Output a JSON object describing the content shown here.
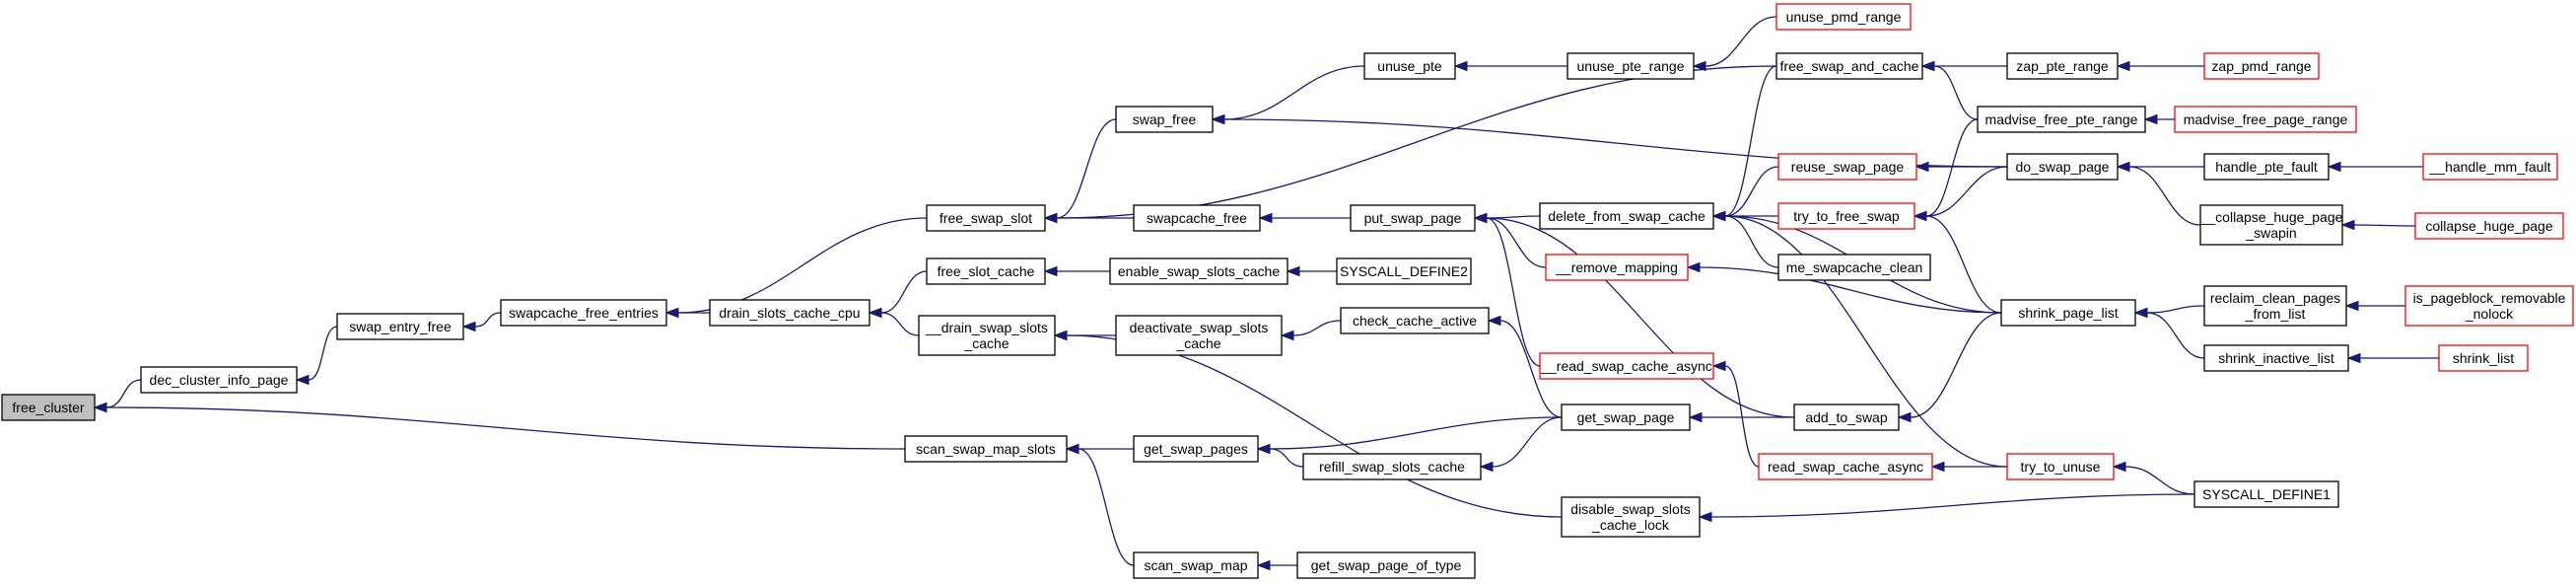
{
  "graph": {
    "nodes": [
      {
        "id": "free_cluster",
        "lines": [
          "free_cluster"
        ],
        "highlight": true
      },
      {
        "id": "dec_cluster_info_page",
        "lines": [
          "dec_cluster_info_page"
        ]
      },
      {
        "id": "scan_swap_map_slots",
        "lines": [
          "scan_swap_map_slots"
        ]
      },
      {
        "id": "swap_entry_free",
        "lines": [
          "swap_entry_free"
        ]
      },
      {
        "id": "swapcache_free_entries",
        "lines": [
          "swapcache_free_entries"
        ]
      },
      {
        "id": "drain_slots_cache_cpu",
        "lines": [
          "drain_slots_cache_cpu"
        ]
      },
      {
        "id": "free_swap_slot",
        "lines": [
          "free_swap_slot"
        ]
      },
      {
        "id": "free_slot_cache",
        "lines": [
          "free_slot_cache"
        ]
      },
      {
        "id": "__drain_swap_slots_cache",
        "lines": [
          "__drain_swap_slots",
          "_cache"
        ]
      },
      {
        "id": "get_swap_pages",
        "lines": [
          "get_swap_pages"
        ]
      },
      {
        "id": "scan_swap_map",
        "lines": [
          "scan_swap_map"
        ]
      },
      {
        "id": "swap_free",
        "lines": [
          "swap_free"
        ]
      },
      {
        "id": "swapcache_free",
        "lines": [
          "swapcache_free"
        ]
      },
      {
        "id": "enable_swap_slots_cache",
        "lines": [
          "enable_swap_slots_cache"
        ]
      },
      {
        "id": "deactivate_swap_slots_cache",
        "lines": [
          "deactivate_swap_slots",
          "_cache"
        ]
      },
      {
        "id": "refill_swap_slots_cache",
        "lines": [
          "refill_swap_slots_cache"
        ]
      },
      {
        "id": "get_swap_page_of_type",
        "lines": [
          "get_swap_page_of_type"
        ]
      },
      {
        "id": "unuse_pte",
        "lines": [
          "unuse_pte"
        ]
      },
      {
        "id": "put_swap_page",
        "lines": [
          "put_swap_page"
        ]
      },
      {
        "id": "SYSCALL_DEFINE2",
        "lines": [
          "SYSCALL_DEFINE2"
        ]
      },
      {
        "id": "check_cache_active",
        "lines": [
          "check_cache_active"
        ]
      },
      {
        "id": "get_swap_page",
        "lines": [
          "get_swap_page"
        ]
      },
      {
        "id": "disable_swap_slots_cache_lock",
        "lines": [
          "disable_swap_slots",
          "_cache_lock"
        ]
      },
      {
        "id": "unuse_pte_range",
        "lines": [
          "unuse_pte_range"
        ]
      },
      {
        "id": "delete_from_swap_cache",
        "lines": [
          "delete_from_swap_cache"
        ]
      },
      {
        "id": "__remove_mapping",
        "lines": [
          "__remove_mapping"
        ],
        "truncated": true
      },
      {
        "id": "__read_swap_cache_async",
        "lines": [
          "__read_swap_cache_async"
        ],
        "truncated": true
      },
      {
        "id": "unuse_pmd_range",
        "lines": [
          "unuse_pmd_range"
        ],
        "truncated": true
      },
      {
        "id": "free_swap_and_cache",
        "lines": [
          "free_swap_and_cache"
        ]
      },
      {
        "id": "reuse_swap_page",
        "lines": [
          "reuse_swap_page"
        ],
        "truncated": true
      },
      {
        "id": "try_to_free_swap",
        "lines": [
          "try_to_free_swap"
        ],
        "truncated": true
      },
      {
        "id": "me_swapcache_clean",
        "lines": [
          "me_swapcache_clean"
        ]
      },
      {
        "id": "add_to_swap",
        "lines": [
          "add_to_swap"
        ]
      },
      {
        "id": "read_swap_cache_async",
        "lines": [
          "read_swap_cache_async"
        ],
        "truncated": true
      },
      {
        "id": "try_to_unuse",
        "lines": [
          "try_to_unuse"
        ],
        "truncated": true
      },
      {
        "id": "zap_pte_range",
        "lines": [
          "zap_pte_range"
        ]
      },
      {
        "id": "madvise_free_pte_range",
        "lines": [
          "madvise_free_pte_range"
        ]
      },
      {
        "id": "do_swap_page",
        "lines": [
          "do_swap_page"
        ]
      },
      {
        "id": "shrink_page_list",
        "lines": [
          "shrink_page_list"
        ]
      },
      {
        "id": "zap_pmd_range",
        "lines": [
          "zap_pmd_range"
        ],
        "truncated": true
      },
      {
        "id": "madvise_free_page_range",
        "lines": [
          "madvise_free_page_range"
        ],
        "truncated": true
      },
      {
        "id": "handle_pte_fault",
        "lines": [
          "handle_pte_fault"
        ]
      },
      {
        "id": "__collapse_huge_page_swapin",
        "lines": [
          "__collapse_huge_page",
          "_swapin"
        ]
      },
      {
        "id": "reclaim_clean_pages_from_list",
        "lines": [
          "reclaim_clean_pages",
          "_from_list"
        ]
      },
      {
        "id": "shrink_inactive_list",
        "lines": [
          "shrink_inactive_list"
        ]
      },
      {
        "id": "SYSCALL_DEFINE1",
        "lines": [
          "SYSCALL_DEFINE1"
        ]
      },
      {
        "id": "__handle_mm_fault",
        "lines": [
          "__handle_mm_fault"
        ],
        "truncated": true
      },
      {
        "id": "collapse_huge_page",
        "lines": [
          "collapse_huge_page"
        ],
        "truncated": true
      },
      {
        "id": "is_pageblock_removable_nolock",
        "lines": [
          "is_pageblock_removable",
          "_nolock"
        ],
        "truncated": true
      },
      {
        "id": "shrink_list",
        "lines": [
          "shrink_list"
        ],
        "truncated": true
      }
    ],
    "edges": [
      [
        "dec_cluster_info_page",
        "free_cluster"
      ],
      [
        "scan_swap_map_slots",
        "free_cluster"
      ],
      [
        "swap_entry_free",
        "dec_cluster_info_page"
      ],
      [
        "swapcache_free_entries",
        "swap_entry_free"
      ],
      [
        "drain_slots_cache_cpu",
        "swapcache_free_entries"
      ],
      [
        "free_swap_slot",
        "swapcache_free_entries"
      ],
      [
        "free_slot_cache",
        "drain_slots_cache_cpu"
      ],
      [
        "__drain_swap_slots_cache",
        "drain_slots_cache_cpu"
      ],
      [
        "swap_free",
        "free_swap_slot"
      ],
      [
        "swapcache_free",
        "free_swap_slot"
      ],
      [
        "free_swap_and_cache",
        "free_swap_slot"
      ],
      [
        "enable_swap_slots_cache",
        "free_slot_cache"
      ],
      [
        "deactivate_swap_slots_cache",
        "__drain_swap_slots_cache"
      ],
      [
        "disable_swap_slots_cache_lock",
        "__drain_swap_slots_cache"
      ],
      [
        "get_swap_pages",
        "scan_swap_map_slots"
      ],
      [
        "scan_swap_map",
        "scan_swap_map_slots"
      ],
      [
        "get_swap_page",
        "get_swap_pages"
      ],
      [
        "refill_swap_slots_cache",
        "get_swap_pages"
      ],
      [
        "get_swap_page_of_type",
        "scan_swap_map"
      ],
      [
        "unuse_pte",
        "swap_free"
      ],
      [
        "do_swap_page",
        "swap_free"
      ],
      [
        "put_swap_page",
        "swapcache_free"
      ],
      [
        "SYSCALL_DEFINE2",
        "enable_swap_slots_cache"
      ],
      [
        "check_cache_active",
        "deactivate_swap_slots_cache"
      ],
      [
        "get_swap_page",
        "refill_swap_slots_cache"
      ],
      [
        "unuse_pte_range",
        "unuse_pte"
      ],
      [
        "delete_from_swap_cache",
        "put_swap_page"
      ],
      [
        "__remove_mapping",
        "put_swap_page"
      ],
      [
        "__read_swap_cache_async",
        "put_swap_page"
      ],
      [
        "add_to_swap",
        "put_swap_page"
      ],
      [
        "get_swap_page",
        "check_cache_active"
      ],
      [
        "add_to_swap",
        "get_swap_page"
      ],
      [
        "SYSCALL_DEFINE1",
        "disable_swap_slots_cache_lock"
      ],
      [
        "unuse_pmd_range",
        "unuse_pte_range"
      ],
      [
        "free_swap_and_cache",
        "delete_from_swap_cache"
      ],
      [
        "reuse_swap_page",
        "delete_from_swap_cache"
      ],
      [
        "try_to_free_swap",
        "delete_from_swap_cache"
      ],
      [
        "me_swapcache_clean",
        "delete_from_swap_cache"
      ],
      [
        "shrink_page_list",
        "delete_from_swap_cache"
      ],
      [
        "try_to_unuse",
        "delete_from_swap_cache"
      ],
      [
        "shrink_page_list",
        "__remove_mapping"
      ],
      [
        "read_swap_cache_async",
        "__read_swap_cache_async"
      ],
      [
        "shrink_page_list",
        "add_to_swap"
      ],
      [
        "zap_pte_range",
        "free_swap_and_cache"
      ],
      [
        "madvise_free_pte_range",
        "free_swap_and_cache"
      ],
      [
        "do_swap_page",
        "reuse_swap_page"
      ],
      [
        "do_swap_page",
        "try_to_free_swap"
      ],
      [
        "madvise_free_pte_range",
        "try_to_free_swap"
      ],
      [
        "shrink_page_list",
        "try_to_free_swap"
      ],
      [
        "try_to_unuse",
        "read_swap_cache_async"
      ],
      [
        "SYSCALL_DEFINE1",
        "try_to_unuse"
      ],
      [
        "zap_pmd_range",
        "zap_pte_range"
      ],
      [
        "madvise_free_page_range",
        "madvise_free_pte_range"
      ],
      [
        "handle_pte_fault",
        "do_swap_page"
      ],
      [
        "__collapse_huge_page_swapin",
        "do_swap_page"
      ],
      [
        "reclaim_clean_pages_from_list",
        "shrink_page_list"
      ],
      [
        "shrink_inactive_list",
        "shrink_page_list"
      ],
      [
        "__handle_mm_fault",
        "handle_pte_fault"
      ],
      [
        "collapse_huge_page",
        "__collapse_huge_page_swapin"
      ],
      [
        "is_pageblock_removable_nolock",
        "reclaim_clean_pages_from_list"
      ],
      [
        "shrink_list",
        "shrink_inactive_list"
      ]
    ],
    "colors": {
      "edge": "#191970",
      "node_border": "#000000",
      "truncated_border": "#ff0000",
      "root_fill": "#bfbfbf",
      "node_fill": "#ffffff"
    }
  }
}
